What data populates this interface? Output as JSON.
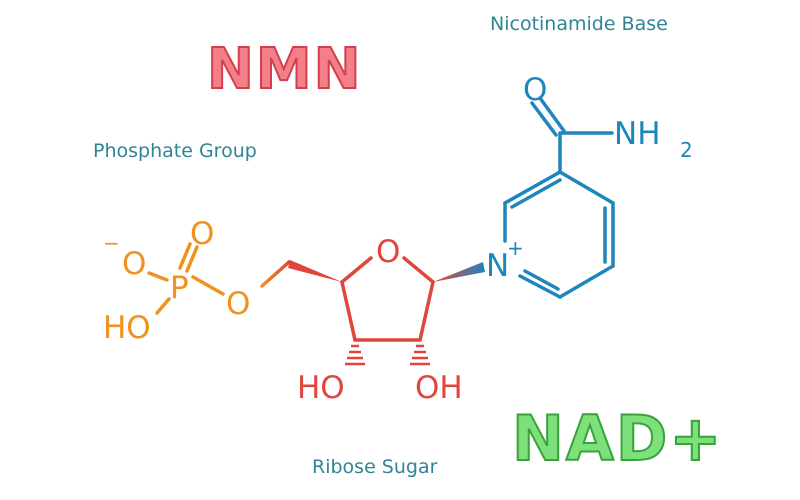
{
  "captions": {
    "nicotinamide": "Nicotinamide Base",
    "phosphate": "Phosphate Group",
    "ribose": "Ribose Sugar"
  },
  "titles": {
    "nmn": "NMN",
    "nad": "NAD+"
  },
  "atoms": {
    "carbonyl_o": "O",
    "amide_n": "NH",
    "amide_sub": "2",
    "pyridinium_n": "N",
    "pyridinium_charge": "+",
    "ring_o": "O",
    "oh_left": "HO",
    "oh_right": "OH",
    "ester_o": "O",
    "phosphorus": "P",
    "phos_o_double": "O",
    "phos_o_minus": "O",
    "phos_minus": "−",
    "phos_ho": "HO"
  },
  "colors": {
    "nicotinamide": "#1e86bd",
    "ribose": "#e0463c",
    "phosphate": "#f0921e",
    "caption": "#2f8595",
    "nmn_fill": "#f47f88",
    "nad_fill": "#7ee07a"
  }
}
